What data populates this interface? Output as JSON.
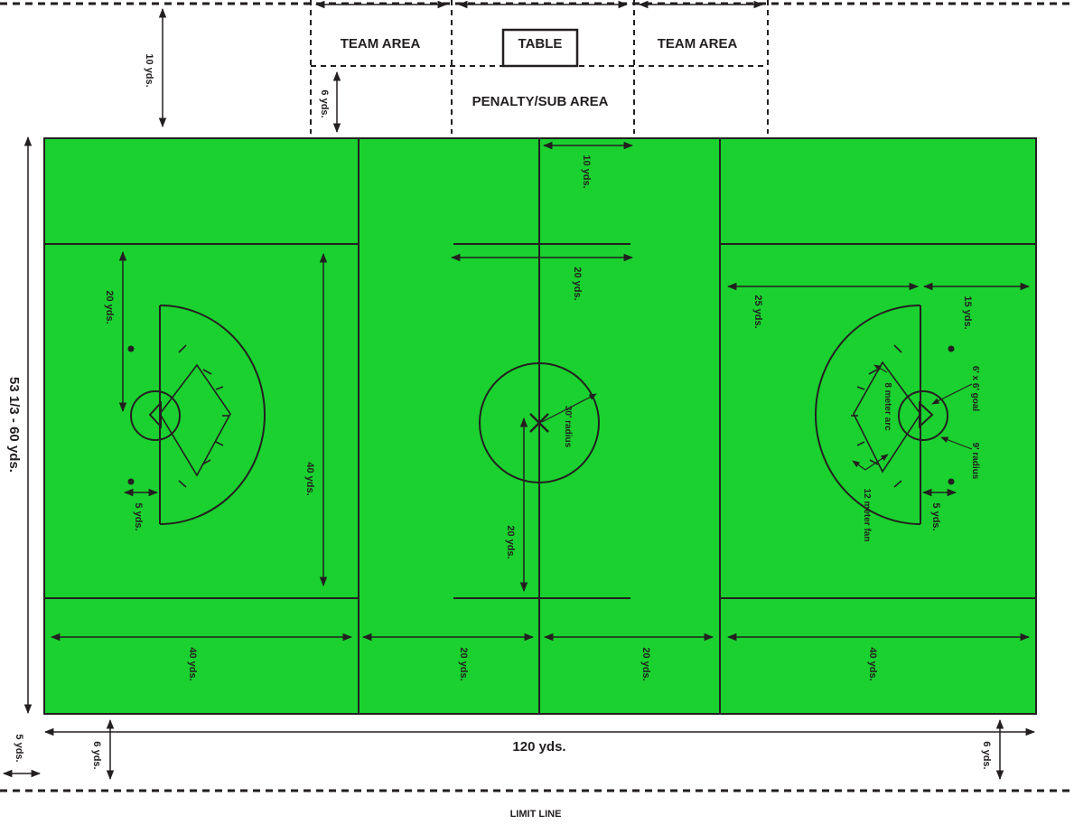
{
  "colors": {
    "turf": "#1ad12f",
    "line": "#231f20",
    "background": "#ffffff"
  },
  "areas": {
    "team_area_left": "TEAM AREA",
    "table": "TABLE",
    "team_area_right": "TEAM AREA",
    "penalty_sub_area": "PENALTY/SUB AREA",
    "limit_line": "LIMIT LINE"
  },
  "dimensions": {
    "width_range": "53 1/3 - 60 yds.",
    "length": "120 yds.",
    "team_area_depth": "10 yds.",
    "sub_area_offset": "6 yds.",
    "sideline_offset_left": "6 yds.",
    "sideline_offset_right": "6 yds.",
    "end_offset": "5 yds.",
    "left_zone_length": "40 yds.",
    "mid_left_length": "20 yds.",
    "mid_right_length": "20 yds.",
    "right_zone_length": "40 yds.",
    "restraining_line_length": "40 yds.",
    "goal_to_sideline_depth": "20 yds.",
    "goal_to_behind_goal": "5 yds.",
    "center_line_to_top": "10 yds.",
    "center_hash_length": "20 yds.",
    "center_to_bottom_hash": "20 yds.",
    "right_goal_line_offset": "25 yds.",
    "right_end_line_offset": "15 yds.",
    "right_behind_goal": "5 yds."
  },
  "annotations": {
    "center_radius": "30' radius",
    "goal_size": "6' x 6' goal",
    "crease_radius": "9' radius",
    "arc_8m": "8 meter arc",
    "fan_12m": "12 meter fan"
  }
}
